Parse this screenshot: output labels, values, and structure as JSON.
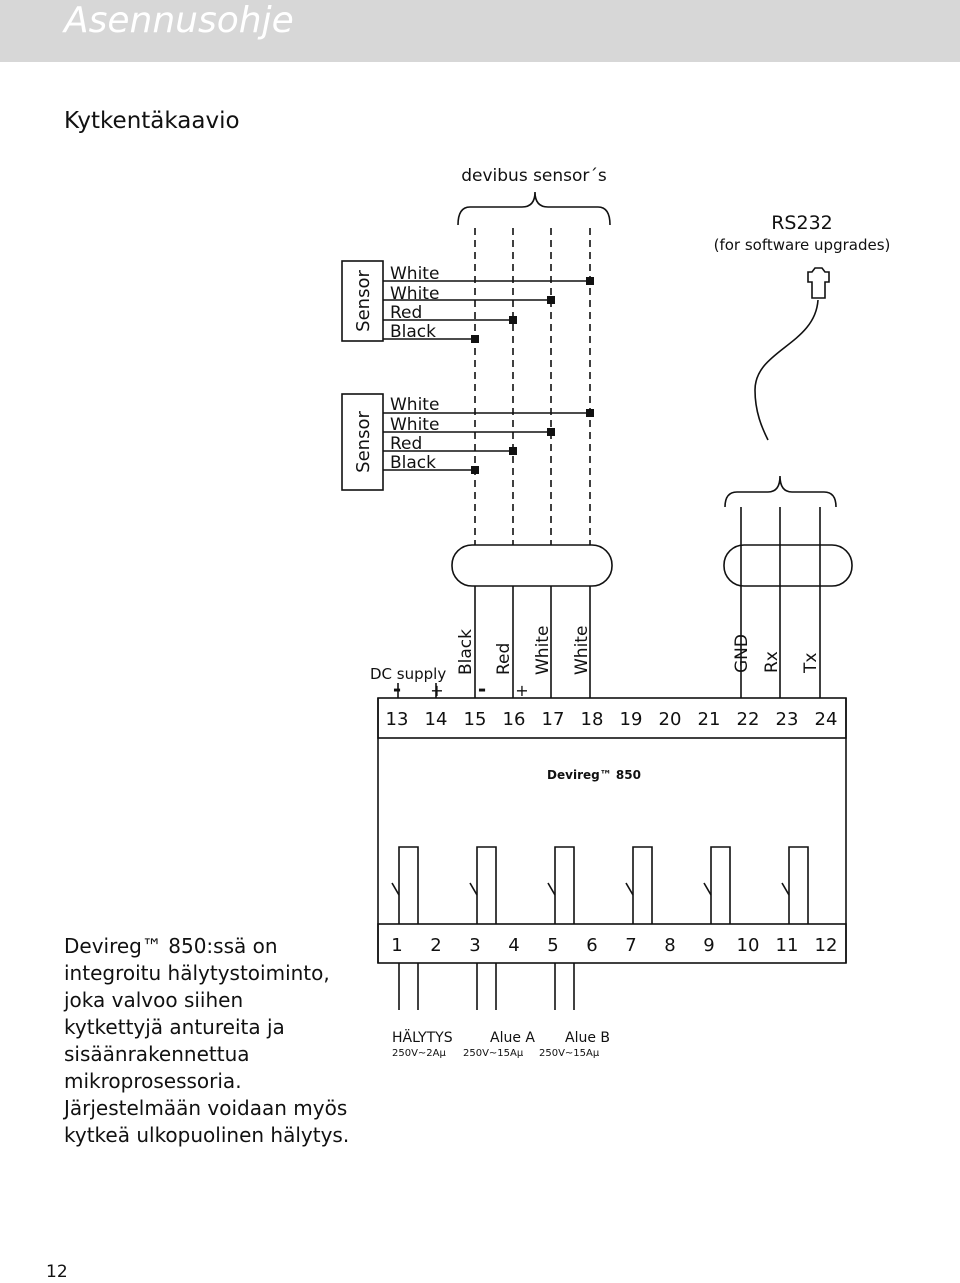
{
  "header": {
    "title": "Asennusohje"
  },
  "section_title": "Kytkentäkaavio",
  "diagram": {
    "devibus_label": "devibus sensor´s",
    "rs232_label": "RS232",
    "rs232_note": "(for software upgrades)",
    "sensor_label": "Sensor",
    "sensor_wires": [
      "White",
      "White",
      "Red",
      "Black"
    ],
    "dc_supply_label": "DC supply",
    "dc_minus": "-",
    "dc_plus": "+",
    "bus_minus": "-",
    "bus_plus": "+",
    "top_terminal_labels": [
      "Black",
      "Red",
      "White",
      "White"
    ],
    "comm_labels": [
      "GND",
      "Rx",
      "Tx"
    ],
    "top_terminals": [
      "13",
      "14",
      "15",
      "16",
      "17",
      "18",
      "19",
      "20",
      "21",
      "22",
      "23",
      "24"
    ],
    "device_label": "Devireg™ 850",
    "bottom_terminals": [
      "1",
      "2",
      "3",
      "4",
      "5",
      "6",
      "7",
      "8",
      "9",
      "10",
      "11",
      "12"
    ],
    "relay_groups": [
      {
        "name": "HÄLYTYS",
        "rating": "250V~2Aμ"
      },
      {
        "name": "Alue A",
        "rating": "250V~15Aμ"
      },
      {
        "name": "Alue B",
        "rating": "250V~15Aμ"
      }
    ]
  },
  "description": [
    "Devireg™ 850:ssä on",
    "integroitu  hälytystoiminto,",
    "joka valvoo siihen",
    "kytkettyjä antureita ja",
    "sisäänrakennettua",
    "mikroprosessoria.",
    "Järjestelmään voidaan myös",
    "kytkeä ulkopuolinen hälytys."
  ],
  "page_number": "12"
}
